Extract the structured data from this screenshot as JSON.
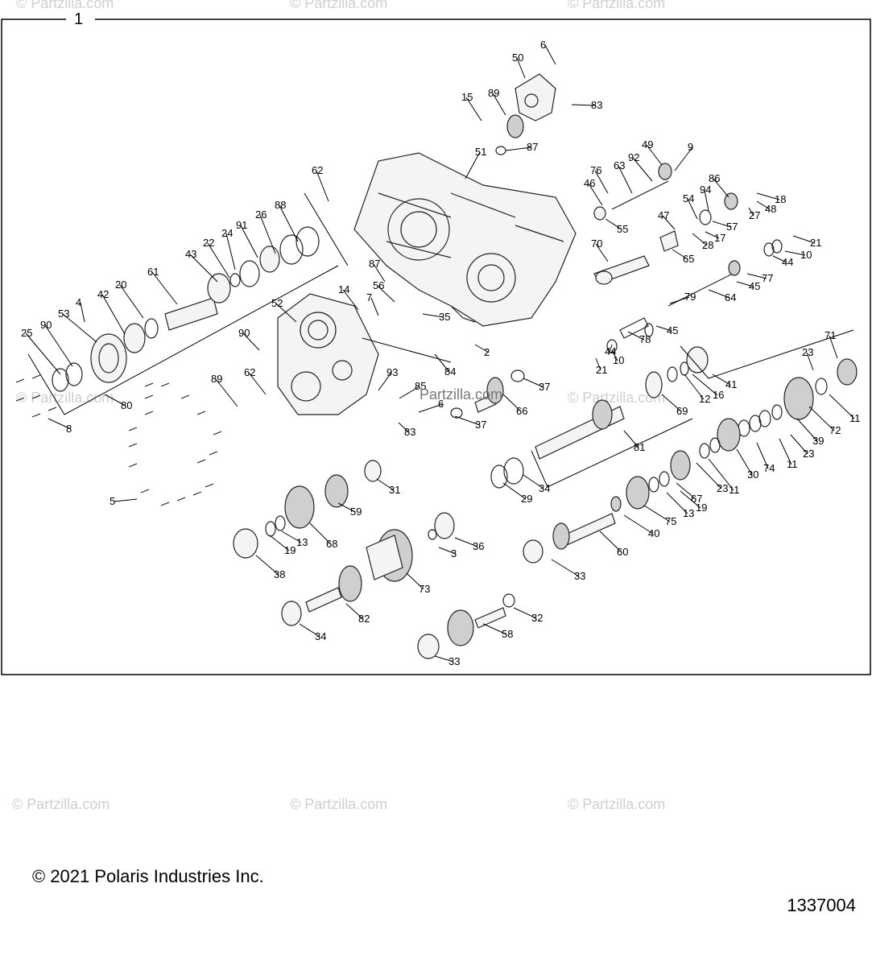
{
  "frame_label": "1",
  "watermark": "© Partzilla.com",
  "watermark_center": "Partzilla.com",
  "callouts": [
    "50",
    "6",
    "89",
    "15",
    "83",
    "87",
    "51",
    "62",
    "76",
    "63",
    "92",
    "49",
    "9",
    "46",
    "86",
    "94",
    "18",
    "54",
    "27",
    "48",
    "47",
    "57",
    "55",
    "28",
    "17",
    "21",
    "70",
    "65",
    "10",
    "44",
    "77",
    "45",
    "88",
    "26",
    "91",
    "24",
    "22",
    "43",
    "61",
    "20",
    "42",
    "4",
    "53",
    "90",
    "25",
    "87",
    "56",
    "14",
    "7",
    "52",
    "35",
    "64",
    "79",
    "78",
    "2",
    "44",
    "10",
    "21",
    "84",
    "90",
    "62",
    "89",
    "93",
    "85",
    "6",
    "83",
    "80",
    "8",
    "5",
    "45",
    "41",
    "16",
    "12",
    "69",
    "66",
    "37",
    "37",
    "71",
    "23",
    "72",
    "11",
    "39",
    "81",
    "23",
    "11",
    "74",
    "30",
    "11",
    "23",
    "67",
    "19",
    "13",
    "75",
    "40",
    "60",
    "29",
    "34",
    "31",
    "59",
    "13",
    "19",
    "68",
    "38",
    "3",
    "36",
    "73",
    "82",
    "34",
    "32",
    "58",
    "33",
    "33"
  ],
  "copyright": "© 2021 Polaris Industries Inc.",
  "drawing_number": "1337004"
}
